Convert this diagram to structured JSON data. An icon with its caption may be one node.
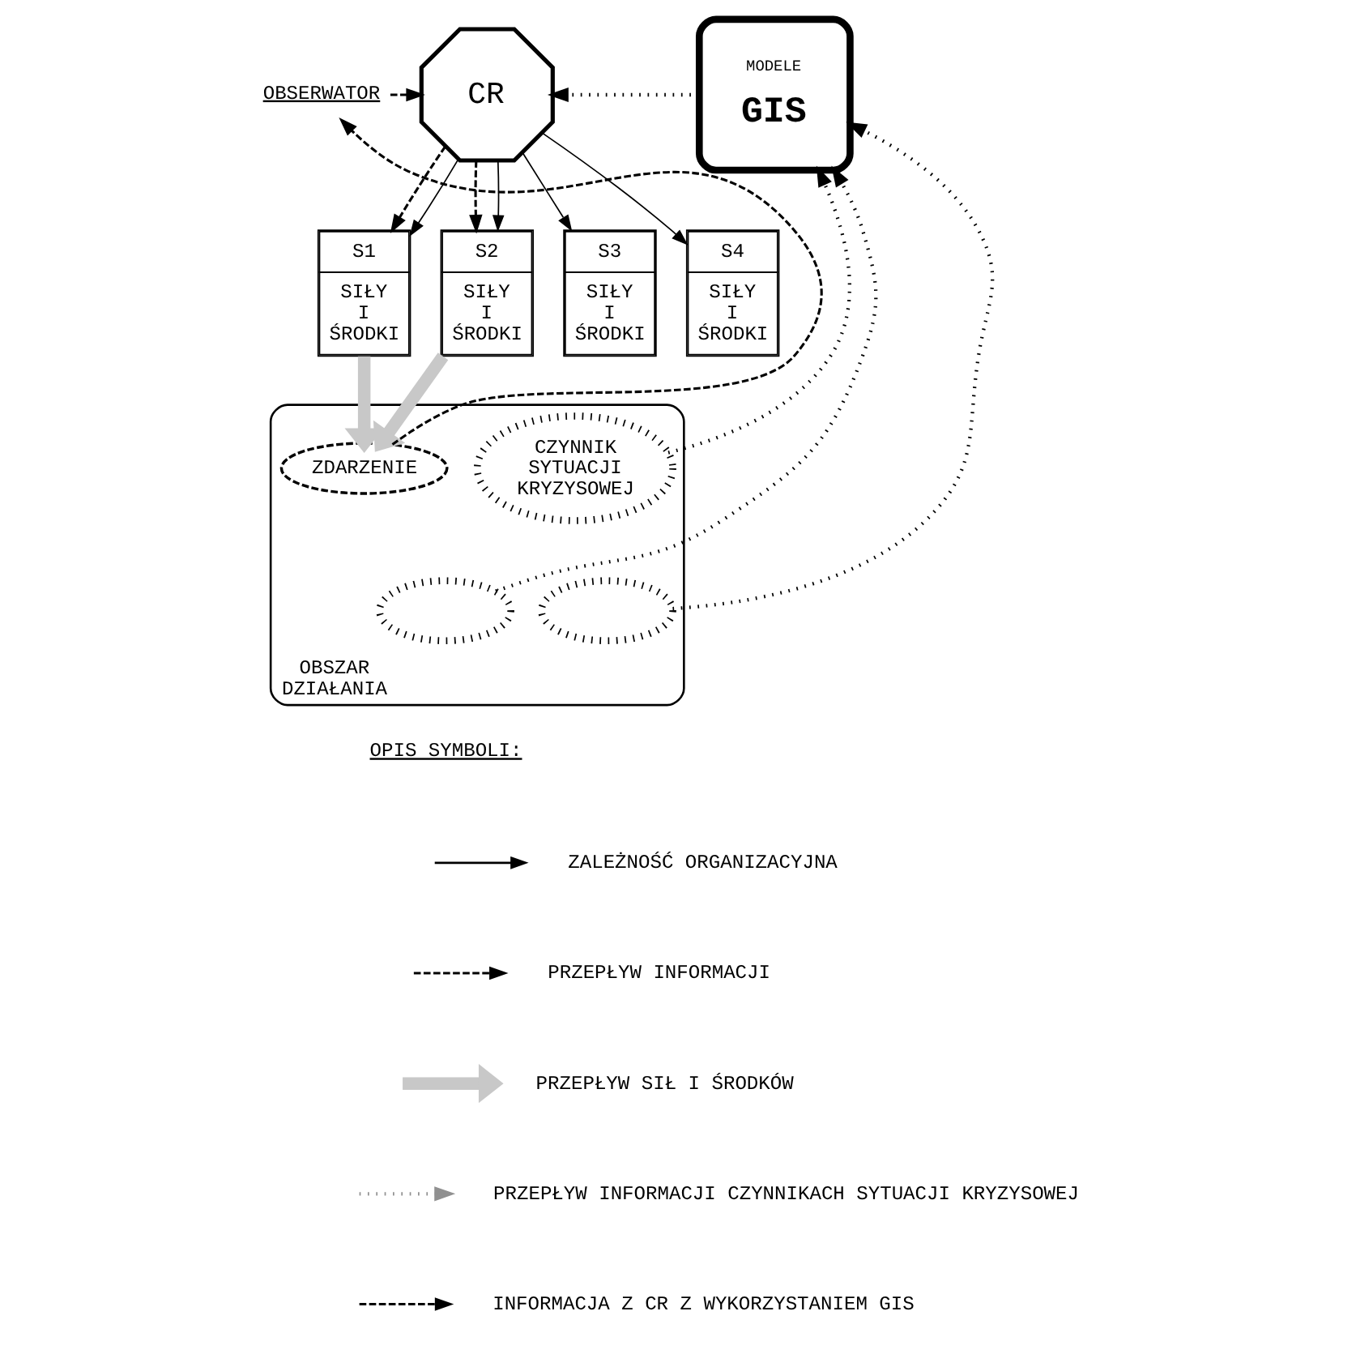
{
  "diagram": {
    "nodes": [
      {
        "text": [
          "OBSERWATOR"
        ]
      },
      {
        "text": [
          "CR"
        ]
      },
      {
        "text": [
          "MODELE",
          "GIS"
        ]
      },
      {
        "text": [
          "S1",
          "SIŁY I ŚRODKI"
        ]
      },
      {
        "text": [
          "S2",
          "SIŁY I ŚRODKI"
        ]
      },
      {
        "text": [
          "S3",
          "SIŁY I ŚRODKI"
        ]
      },
      {
        "text": [
          "S4",
          "SIŁY I ŚRODKI"
        ]
      },
      {
        "text": [
          "OBSZAR DZIAŁANIA"
        ]
      },
      {
        "text": [
          "ZDARZENIE"
        ],
        "in": 7
      },
      {
        "text": [
          "CZYNNIK SYTUACJI KRYZYSOWEJ"
        ],
        "in": 7
      },
      {
        "text": [],
        "shape": "ellipse",
        "in": 7
      },
      {
        "text": [],
        "shape": "ellipse",
        "in": 7
      }
    ],
    "edges": [
      {
        "from": 0,
        "to": 1,
        "arrow": "to",
        "style": "dashed"
      },
      {
        "from": 2,
        "to": 1,
        "arrow": "to",
        "style": "dashed"
      },
      {
        "from": 1,
        "to": 3,
        "arrow": "to",
        "style": "dashed"
      },
      {
        "from": 1,
        "to": 4,
        "arrow": "to",
        "style": "dashed"
      },
      {
        "from": 1,
        "to": 3,
        "arrow": "to"
      },
      {
        "from": 1,
        "to": 4,
        "arrow": "to"
      },
      {
        "from": 1,
        "to": 5,
        "arrow": "to"
      },
      {
        "from": 1,
        "to": 6,
        "arrow": "to"
      },
      {
        "from": 3,
        "to": 8,
        "arrow": "to",
        "style": "thick",
        "color": "#c8c8c8"
      },
      {
        "from": 4,
        "to": 8,
        "arrow": "to",
        "style": "thick",
        "color": "#c8c8c8"
      },
      {
        "from": 8,
        "to": 0,
        "arrow": "to",
        "style": "dashed"
      },
      {
        "from": 9,
        "to": 2,
        "arrow": "to",
        "style": "dashed"
      },
      {
        "from": 10,
        "to": 2,
        "arrow": "to",
        "style": "dashed"
      },
      {
        "from": 11,
        "to": 2,
        "arrow": "to",
        "style": "dashed"
      }
    ],
    "labels": [
      "OPIS SYMBOLI:"
    ],
    "legend": [
      {
        "text": "ZALEŻNOŚĆ ORGANIZACYJNA"
      },
      {
        "text": "PRZEPŁYW INFORMACJI"
      },
      {
        "text": "PRZEPŁYW SIŁ I ŚRODKÓW"
      },
      {
        "text": "PRZEPŁYW INFORMACJI CZYNNIKACH SYTUACJI KRYZYSOWEJ"
      },
      {
        "text": "INFORMACJA Z CR Z WYKORZYSTANIEM GIS"
      }
    ]
  }
}
